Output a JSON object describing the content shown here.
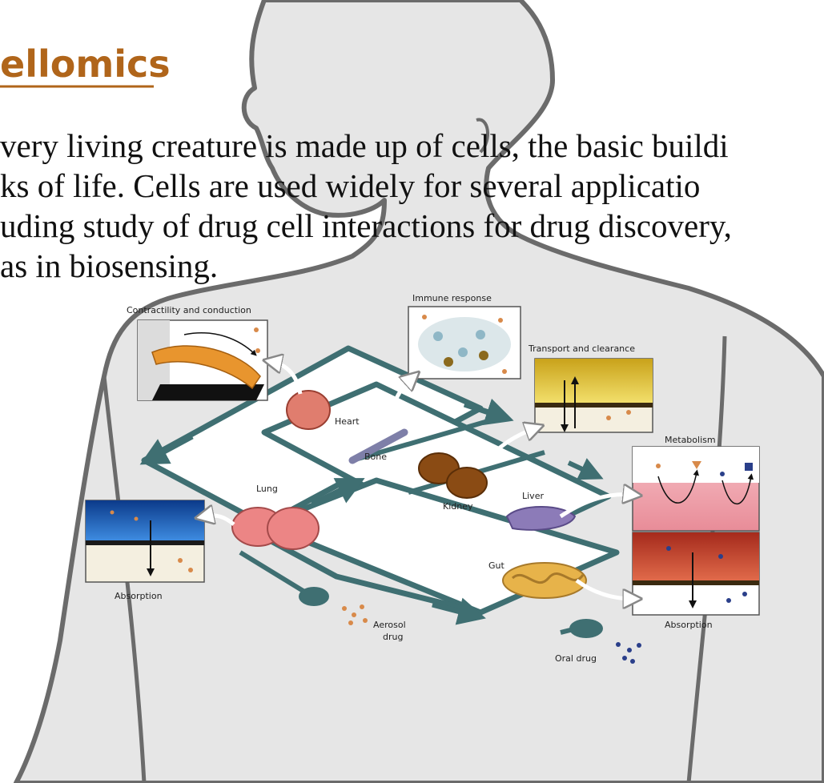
{
  "slide": {
    "title": "ellomics",
    "body_lines": [
      "very living creature is made up of cells, the basic buildi",
      "ks of life. Cells are used widely for several applicatio",
      "uding study of drug cell interactions for drug discovery,",
      " as in biosensing."
    ]
  },
  "diagram": {
    "organs": {
      "heart": "Heart",
      "bone": "Bone",
      "kidney": "Kidney",
      "lung": "Lung",
      "liver": "Liver",
      "gut": "Gut"
    },
    "panels": {
      "contractility": "Contractility and conduction",
      "immune": "Immune response",
      "transport": "Transport and clearance",
      "metabolism": "Metabolism",
      "absorption_left": "Absorption",
      "absorption_right": "Absorption"
    },
    "drugs": {
      "aerosol_line1": "Aerosol",
      "aerosol_line2": "drug",
      "oral": "Oral drug"
    }
  },
  "colors": {
    "title": "#b0651a",
    "body_bg": "#e8e8e8",
    "outline": "#666666",
    "pipe": "#3f6f72",
    "heart": "#e07d6e",
    "kidney": "#8a4b14",
    "liver": "#8c7bb8",
    "gut": "#e7b34a",
    "lung": "#ec8585"
  }
}
